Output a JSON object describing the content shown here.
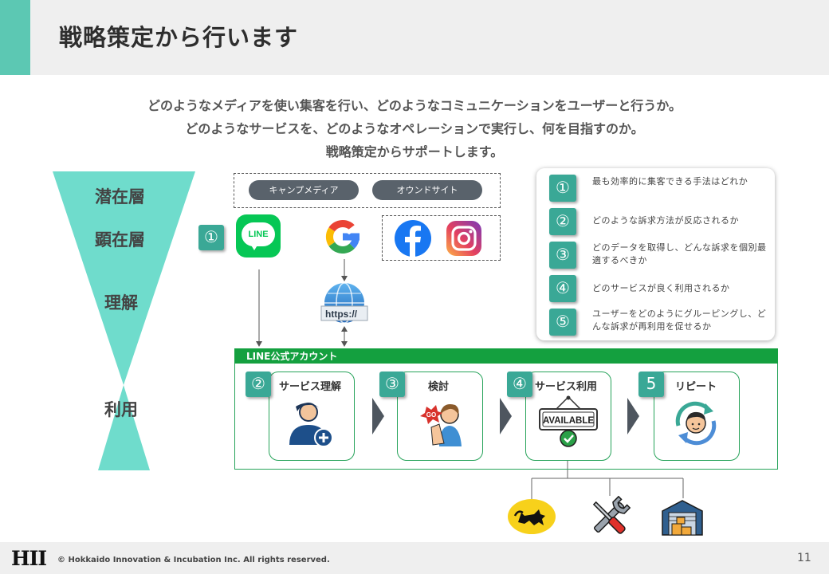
{
  "title": "戦略策定から行います",
  "intro": [
    "どのようなメディアを使い集客を行い、どのようなコミュニケーションをユーザーと行うか。",
    "どのようなサービスを、どのようなオペレーションで実行し、何を目指すのか。",
    "戦略策定からサポートします。"
  ],
  "funnel": {
    "labels": [
      "潜在層",
      "顕在層",
      "理解",
      "利用"
    ],
    "color": "#6fdccc"
  },
  "media": {
    "pills": [
      "キャンプメディア",
      "オウンドサイト"
    ],
    "badge": "①",
    "line_app_label": "LINE",
    "https_label": "https://"
  },
  "legend": [
    {
      "num": "①",
      "text": "最も効率的に集客できる手法はどれか"
    },
    {
      "num": "②",
      "text": "どのような訴求方法が反応されるか"
    },
    {
      "num": "③",
      "text": "どのデータを取得し、どんな訴求を個別最適するべきか"
    },
    {
      "num": "④",
      "text": "どのサービスが良く利用されるか"
    },
    {
      "num": "⑤",
      "text": "ユーザーをどのようにグルーピングし、どんな訴求が再利用を促せるか"
    }
  ],
  "line_account": {
    "label": "LINE公式アカウント",
    "steps": [
      {
        "num": "②",
        "label": "サービス理解"
      },
      {
        "num": "③",
        "label": "検討"
      },
      {
        "num": "④",
        "label": "サービス利用"
      },
      {
        "num": "5",
        "label": "リピート"
      }
    ],
    "available_label": "AVAILABLE",
    "go_label": "GO"
  },
  "footer": {
    "logo": "HII",
    "copyright": "© Hokkaido Innovation & Incubation Inc. All rights reserved.",
    "page": "11"
  },
  "colors": {
    "accent_teal": "#5cc8b3",
    "badge_teal": "#3aa896",
    "line_green": "#06c755",
    "frame_green": "#27a35a"
  }
}
